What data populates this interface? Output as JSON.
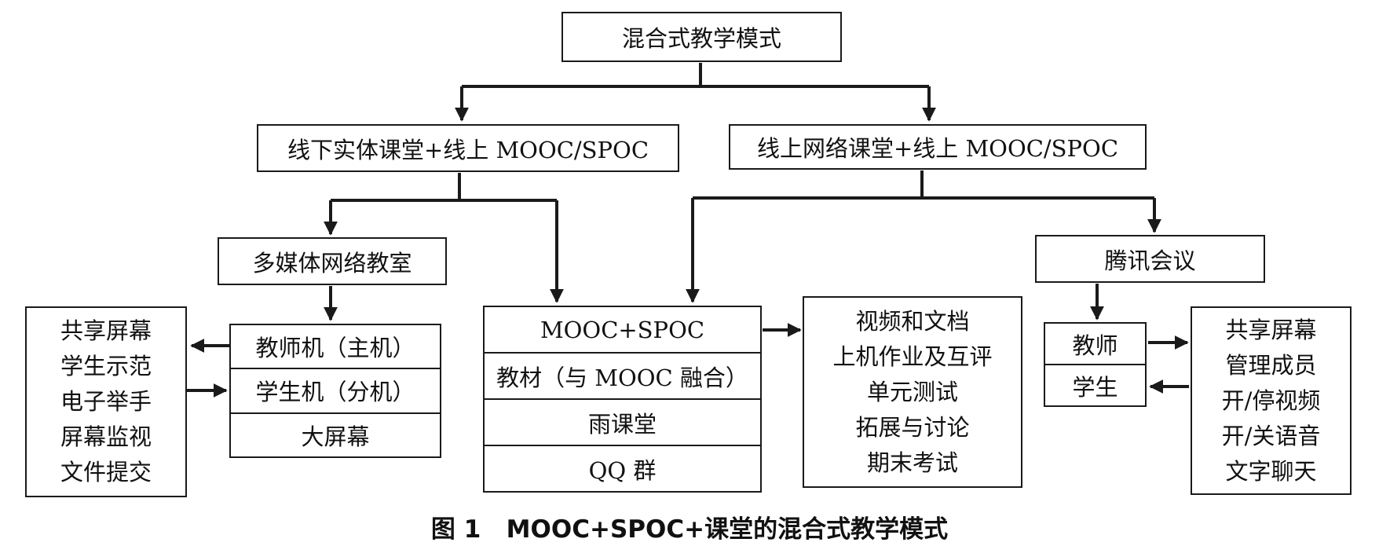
{
  "title": "混合式教学模式",
  "offline_branch": "线下实体课堂+线上 MOOC/SPOC",
  "online_branch": "线上网络课堂+线上 MOOC/SPOC",
  "multimedia_room": {
    "label": "多媒体网络教室",
    "devices": [
      "教师机（主机）",
      "学生机（分机）",
      "大屏幕"
    ],
    "functions": [
      "共享屏幕",
      "学生示范",
      "电子举手",
      "屏幕监视",
      "文件提交"
    ]
  },
  "platform": {
    "items": [
      "MOOC+SPOC",
      "教材（与 MOOC 融合）",
      "雨课堂",
      "QQ 群"
    ],
    "resources": [
      "视频和文档",
      "上机作业及互评",
      "单元测试",
      "拓展与讨论",
      "期末考试"
    ]
  },
  "tencent_meeting": {
    "label": "腾讯会议",
    "roles": [
      "教师",
      "学生"
    ],
    "functions": [
      "共享屏幕",
      "管理成员",
      "开/停视频",
      "开/关语音",
      "文字聊天"
    ]
  },
  "caption": "图 1   MOOC+SPOC+课堂的混合式教学模式"
}
